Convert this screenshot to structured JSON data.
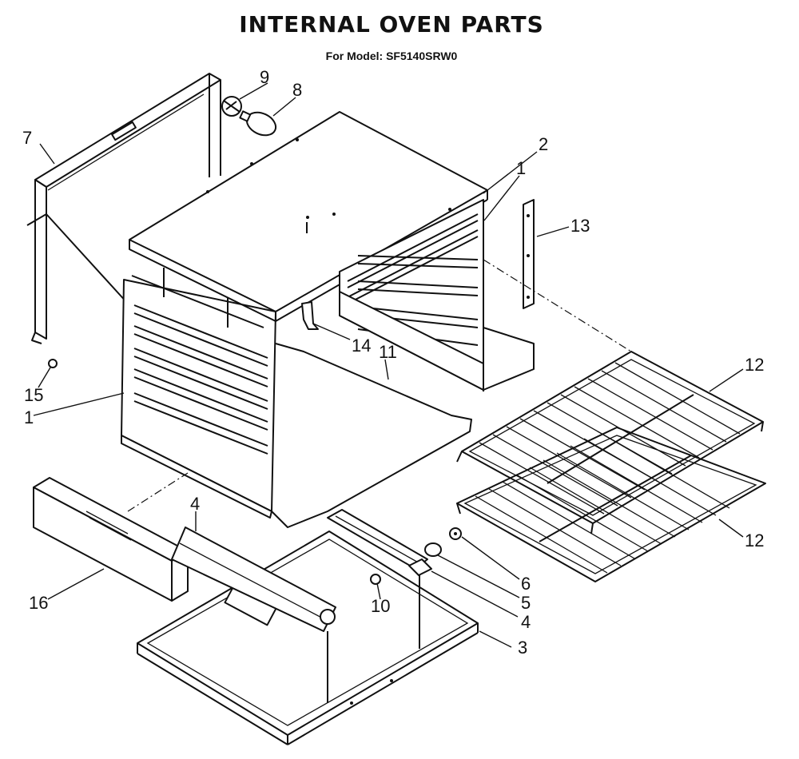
{
  "header": {
    "title": "INTERNAL OVEN PARTS",
    "model_line": "For Model: SF5140SRW0"
  },
  "callouts": {
    "c1a": "1",
    "c1b": "1",
    "c2": "2",
    "c3": "3",
    "c4a": "4",
    "c4b": "4",
    "c5": "5",
    "c6": "6",
    "c7": "7",
    "c8": "8",
    "c9": "9",
    "c10": "10",
    "c11": "11",
    "c12a": "12",
    "c12b": "12",
    "c13": "13",
    "c14": "14",
    "c15": "15",
    "c16": "16"
  }
}
